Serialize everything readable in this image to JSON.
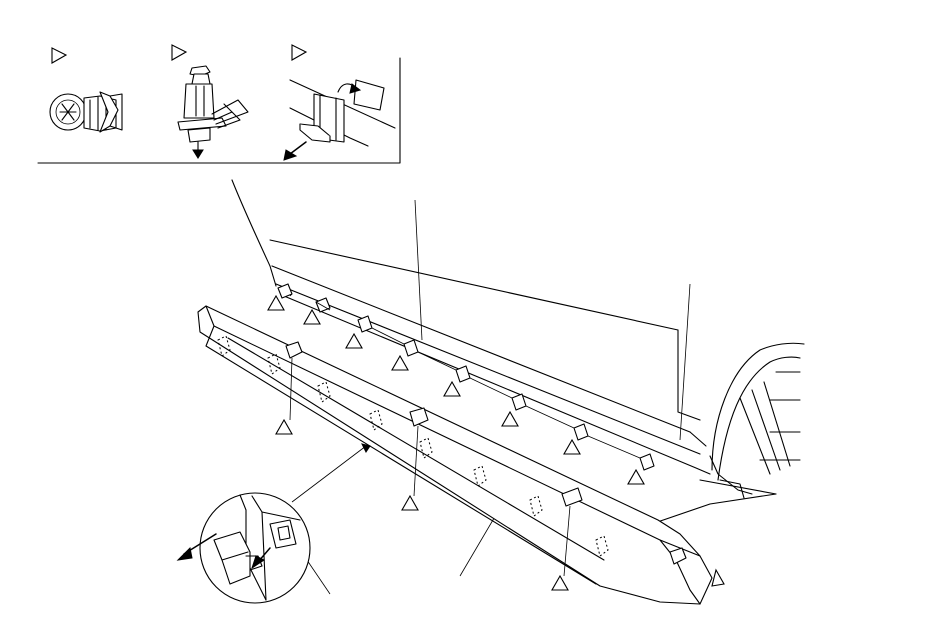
{
  "figure": {
    "subject": "side-sill-molding-removal",
    "fastener_symbol": "open-triangle",
    "legend_panels": [
      {
        "name": "push-clip",
        "marker": "triangle-marker"
      },
      {
        "name": "pin-clip-with-pliers",
        "marker": "triangle-marker"
      },
      {
        "name": "bracket-clip-slide",
        "marker": "triangle-marker"
      }
    ],
    "body_clip_markers": 7,
    "molding_clip_markers": 4
  }
}
